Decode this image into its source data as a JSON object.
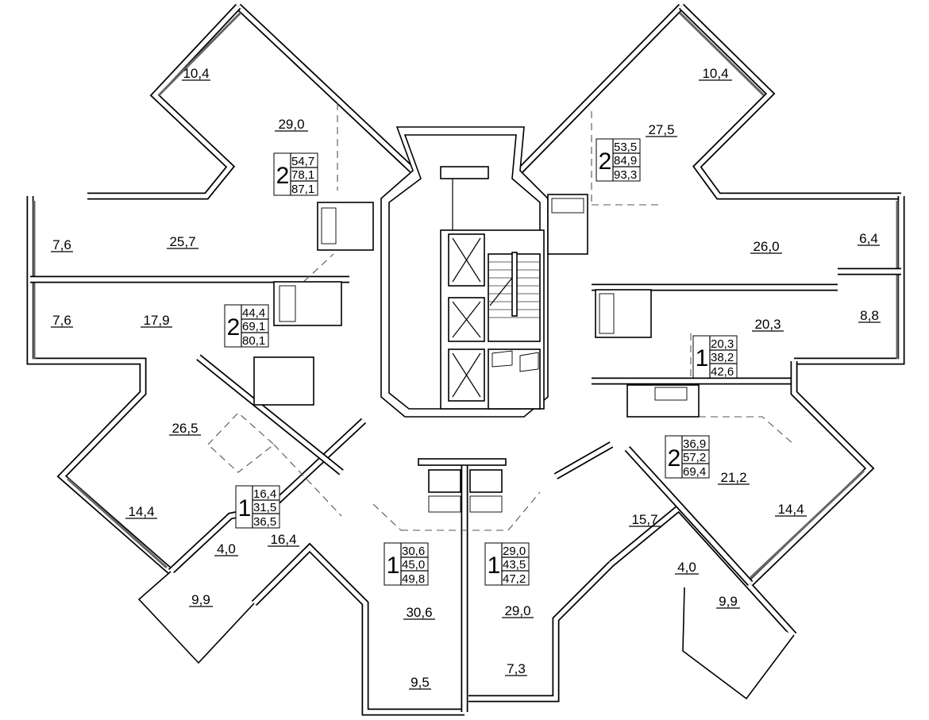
{
  "plan": {
    "title": "Typical floor plan",
    "rooms": [
      {
        "id": "nw-loggia",
        "label": "10,4"
      },
      {
        "id": "nw-living",
        "label": "29,0"
      },
      {
        "id": "ne-loggia",
        "label": "10,4"
      },
      {
        "id": "ne-living",
        "label": "27,5"
      },
      {
        "id": "w-balcony-top",
        "label": "7,6"
      },
      {
        "id": "w-room-top",
        "label": "25,7"
      },
      {
        "id": "w-balcony-bottom",
        "label": "7,6"
      },
      {
        "id": "w-room-bottom",
        "label": "17,9"
      },
      {
        "id": "e-room-top",
        "label": "26,0"
      },
      {
        "id": "e-balcony-top",
        "label": "6,4"
      },
      {
        "id": "e-room-bottom",
        "label": "20,3"
      },
      {
        "id": "e-balcony-bottom",
        "label": "8,8"
      },
      {
        "id": "sw-living",
        "label": "26,5"
      },
      {
        "id": "sw-bedroom",
        "label": "14,4"
      },
      {
        "id": "sw-small-room",
        "label": "16,4"
      },
      {
        "id": "sw-balcony-small",
        "label": "4,0"
      },
      {
        "id": "sw-loggia",
        "label": "9,9"
      },
      {
        "id": "s-left-room",
        "label": "30,6"
      },
      {
        "id": "s-left-loggia",
        "label": "9,5"
      },
      {
        "id": "s-right-room",
        "label": "29,0"
      },
      {
        "id": "s-right-loggia",
        "label": "7,3"
      },
      {
        "id": "se-kitchen",
        "label": "21,2"
      },
      {
        "id": "se-bedroom",
        "label": "14,4"
      },
      {
        "id": "se-room",
        "label": "15,7"
      },
      {
        "id": "se-balcony-small",
        "label": "4,0"
      },
      {
        "id": "se-loggia",
        "label": "9,9"
      }
    ],
    "apartments": [
      {
        "id": "apt-nw",
        "rooms": "2",
        "living": "54,7",
        "total": "78,1",
        "with_loggia": "87,1"
      },
      {
        "id": "apt-ne",
        "rooms": "2",
        "living": "53,5",
        "total": "84,9",
        "with_loggia": "93,3"
      },
      {
        "id": "apt-w",
        "rooms": "2",
        "living": "44,4",
        "total": "69,1",
        "with_loggia": "80,1"
      },
      {
        "id": "apt-e",
        "rooms": "1",
        "living": "20,3",
        "total": "38,2",
        "with_loggia": "42,6"
      },
      {
        "id": "apt-se",
        "rooms": "2",
        "living": "36,9",
        "total": "57,2",
        "with_loggia": "69,4"
      },
      {
        "id": "apt-sw",
        "rooms": "1",
        "living": "16,4",
        "total": "31,5",
        "with_loggia": "36,5"
      },
      {
        "id": "apt-s-left",
        "rooms": "1",
        "living": "30,6",
        "total": "45,0",
        "with_loggia": "49,8"
      },
      {
        "id": "apt-s-right",
        "rooms": "1",
        "living": "29,0",
        "total": "43,5",
        "with_loggia": "47,2"
      }
    ]
  },
  "colors": {
    "line": "#000000",
    "background": "#ffffff",
    "glazing": "#666666"
  }
}
